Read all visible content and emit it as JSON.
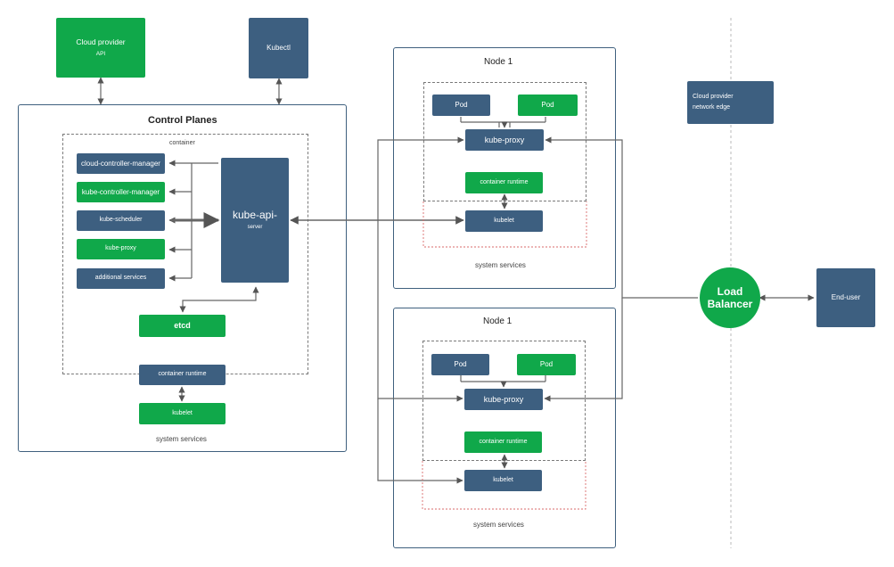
{
  "cloud_provider": {
    "title": "Cloud provider",
    "sub": "API"
  },
  "kubectl": "Kubectl",
  "control_plane": {
    "title": "Control Planes",
    "container_label": "container",
    "cloud_controller_manager": "cloud-controller-manager",
    "kube_controller_manager": "kube-controller-manager",
    "kube_scheduler": "kube-scheduler",
    "kube_proxy": "kube-proxy",
    "additional_services": "additional services",
    "api_server_title": "kube-api-",
    "api_server_sub": "server",
    "etcd": "etcd",
    "container_runtime": "container runtime",
    "kubelet": "kubelet",
    "system_services": "system services"
  },
  "nodes": [
    {
      "title": "Node 1",
      "pod_a": "Pod",
      "pod_b": "Pod",
      "kube_proxy": "kube-proxy",
      "container_runtime": "container runtime",
      "kubelet": "kubelet",
      "system_services": "system services"
    },
    {
      "title": "Node 1",
      "pod_a": "Pod",
      "pod_b": "Pod",
      "kube_proxy": "kube-proxy",
      "container_runtime": "container runtime",
      "kubelet": "kubelet",
      "system_services": "system services"
    }
  ],
  "network_edge": {
    "line1": "Cloud provider",
    "line2": "network edge"
  },
  "load_balancer": {
    "line1": "Load",
    "line2": "Balancer"
  },
  "end_user": "End-user",
  "colors": {
    "blue": "#3d5f80",
    "green": "#10a84a",
    "line": "#666666"
  }
}
